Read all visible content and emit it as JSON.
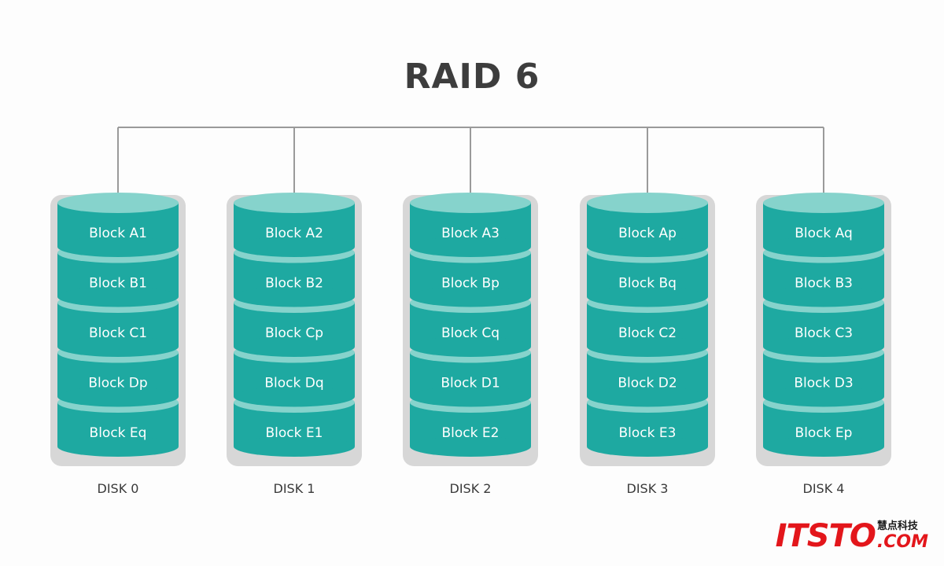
{
  "title": "RAID 6",
  "disks": [
    {
      "label": "DISK 0",
      "blocks": [
        "Block A1",
        "Block B1",
        "Block C1",
        "Block Dp",
        "Block Eq"
      ]
    },
    {
      "label": "DISK 1",
      "blocks": [
        "Block A2",
        "Block B2",
        "Block Cp",
        "Block Dq",
        "Block E1"
      ]
    },
    {
      "label": "DISK 2",
      "blocks": [
        "Block A3",
        "Block Bp",
        "Block Cq",
        "Block D1",
        "Block E2"
      ]
    },
    {
      "label": "DISK 3",
      "blocks": [
        "Block Ap",
        "Block Bq",
        "Block C2",
        "Block D2",
        "Block E3"
      ]
    },
    {
      "label": "DISK 4",
      "blocks": [
        "Block Aq",
        "Block B3",
        "Block C3",
        "Block D3",
        "Block Ep"
      ]
    }
  ],
  "colors": {
    "block_body": "#1ea9a1",
    "block_top": "#86d3cc",
    "disk_shell": "#d7d7d7",
    "connector": "#9a9a9a",
    "title": "#3d3d3d"
  },
  "logo": {
    "main": "ITSTO",
    "cn": "慧点科技",
    "com": ".COM"
  }
}
